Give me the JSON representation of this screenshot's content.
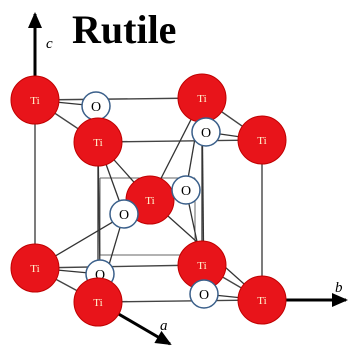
{
  "title": "Rutile",
  "axes": {
    "a": "a",
    "b": "b",
    "c": "c"
  },
  "labels": {
    "ti": "Ti",
    "o": "O"
  },
  "colors": {
    "ti_fill": "#e8141a",
    "ti_stroke": "#c00000",
    "o_fill": "#ffffff",
    "o_stroke": "#3a5f8a",
    "bond": "#333333",
    "cell": "#444444",
    "axis": "#000000"
  }
}
